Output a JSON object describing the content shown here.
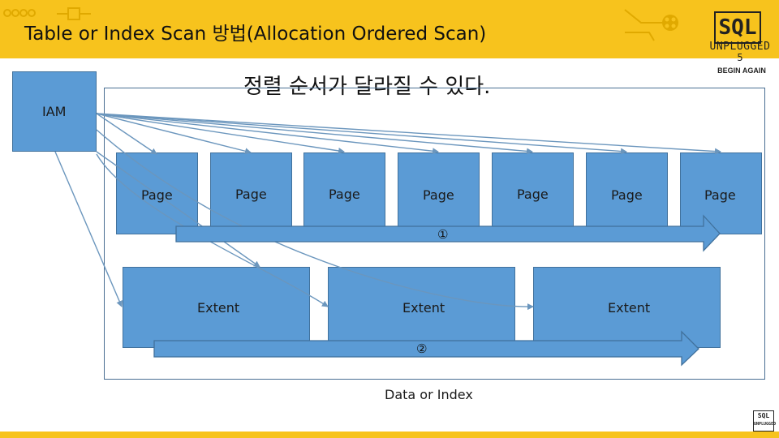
{
  "header": {
    "title": "Table or Index Scan 방법(Allocation Ordered Scan)",
    "logo_main": "SQL",
    "logo_sub": "UNPLUGGED",
    "logo_version": "5",
    "logo_tagline": "BEGIN AGAIN"
  },
  "subtitle": "정렬 순서가 달라질 수 있다.",
  "iam_label": "IAM",
  "pages": [
    "Page",
    "Page",
    "Page",
    "Page",
    "Page",
    "Page",
    "Page"
  ],
  "extents": [
    "Extent",
    "Extent",
    "Extent"
  ],
  "scan_arrow_1": "①",
  "scan_arrow_2": "②",
  "container_label": "Data or Index",
  "footer": {
    "mini_logo_top": "SQL",
    "mini_logo_bottom": "UNPLUGGED"
  },
  "colors": {
    "accent": "#f7c31d",
    "block": "#5b9bd5",
    "block_border": "#41719c",
    "line": "#6b96bd"
  }
}
